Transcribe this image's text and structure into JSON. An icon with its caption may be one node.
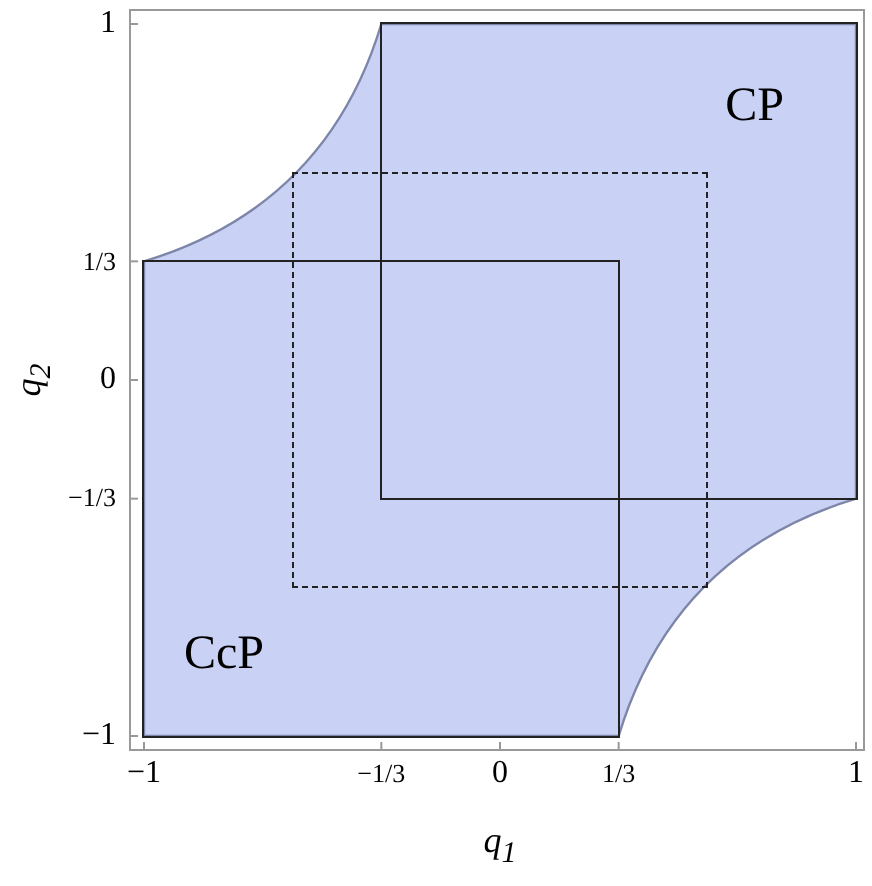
{
  "diagram": {
    "nodes": [
      {
        "text": [
          "CP"
        ]
      },
      {
        "text": [
          "CcP"
        ]
      },
      {
        "text": [],
        "shape": "box"
      }
    ],
    "labels": [
      "1",
      "1/3",
      "0",
      "−1/3",
      "−1",
      "−1",
      "−1/3",
      "0",
      "1/3",
      "1",
      "q$_{1}$",
      "q$_{2}$"
    ]
  }
}
